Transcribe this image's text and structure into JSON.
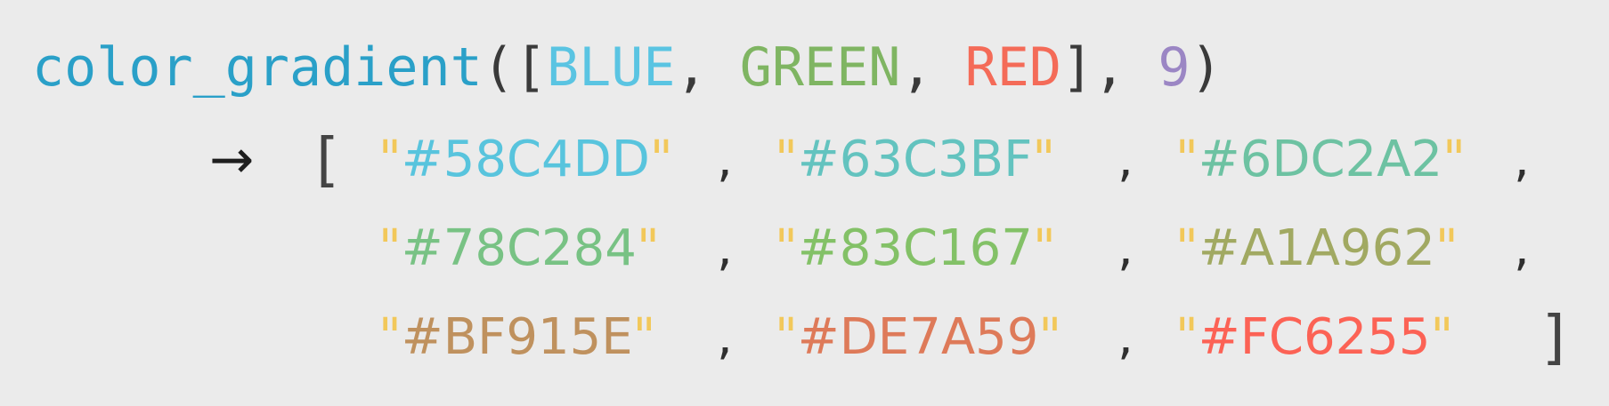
{
  "expression": {
    "function": "color_gradient",
    "open_paren": "(",
    "open_bracket": "[",
    "arg_blue": "BLUE",
    "sep": ", ",
    "arg_green": "GREEN",
    "arg_red": "RED",
    "close_bracket": "]",
    "count": "9",
    "close_paren": ")"
  },
  "result": {
    "arrow": "→",
    "open_bracket": "[",
    "close_bracket": "]",
    "comma": ",",
    "quote": "\"",
    "items": [
      {
        "hex": "#58C4DD",
        "color": "#58C4DD"
      },
      {
        "hex": "#63C3BF",
        "color": "#63C3BF"
      },
      {
        "hex": "#6DC2A2",
        "color": "#6DC2A2"
      },
      {
        "hex": "#78C284",
        "color": "#78C284"
      },
      {
        "hex": "#83C167",
        "color": "#83C167"
      },
      {
        "hex": "#A1A962",
        "color": "#A1A962"
      },
      {
        "hex": "#BF915E",
        "color": "#BF915E"
      },
      {
        "hex": "#DE7A59",
        "color": "#DE7A59"
      },
      {
        "hex": "#FC6255",
        "color": "#FC6255"
      }
    ]
  }
}
